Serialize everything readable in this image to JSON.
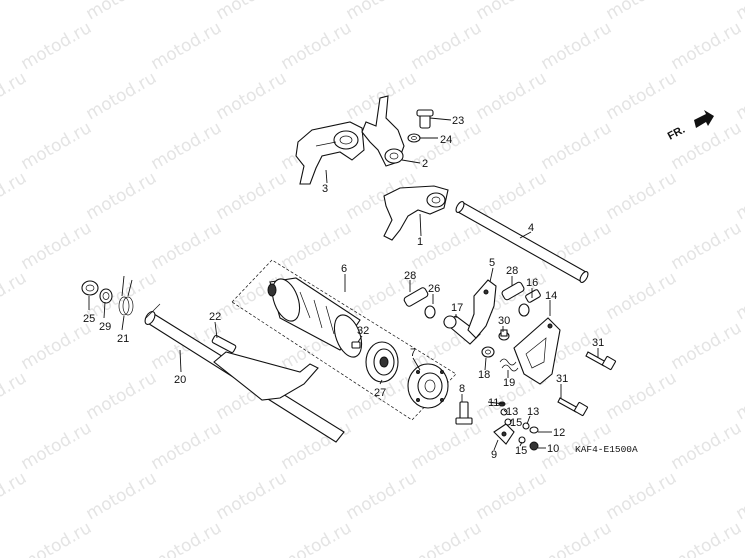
{
  "watermark": "motod.ru",
  "front_indicator": "FR.",
  "diagram_code": "KAF4-E1500A",
  "callouts": {
    "c1": "1",
    "c2": "2",
    "c3": "3",
    "c4": "4",
    "c5": "5",
    "c6": "6",
    "c7": "7",
    "c8": "8",
    "c9": "9",
    "c10": "10",
    "c11": "11",
    "c12": "12",
    "c13a": "13",
    "c13b": "13",
    "c14": "14",
    "c15a": "15",
    "c15b": "15",
    "c16": "16",
    "c17": "17",
    "c18": "18",
    "c19": "19",
    "c20": "20",
    "c21": "21",
    "c22": "22",
    "c23": "23",
    "c24": "24",
    "c25": "25",
    "c26": "26",
    "c27": "27",
    "c28a": "28",
    "c28b": "28",
    "c29": "29",
    "c30": "30",
    "c31a": "31",
    "c31b": "31",
    "c32": "32"
  }
}
